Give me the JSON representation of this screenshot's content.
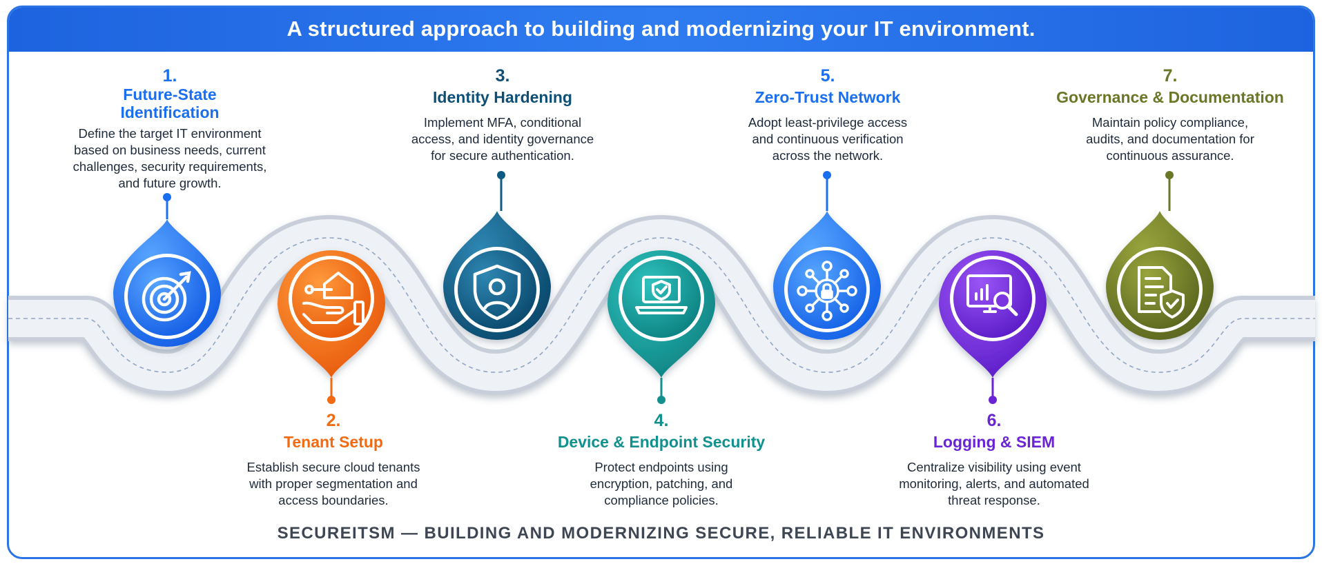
{
  "banner": {
    "title": "A structured approach to building and modernizing your IT environment."
  },
  "steps": [
    {
      "number": "1.",
      "title_line1": "Future-State",
      "title_line2": "Identification",
      "desc1": "Define the target IT environment",
      "desc2": "based on business needs, current",
      "desc3": "challenges, security requirements,",
      "desc4": "and future growth.",
      "color": "#1a6ff0",
      "icon": "target-icon"
    },
    {
      "number": "2.",
      "title_line1": "Tenant Setup",
      "desc1": "Establish secure cloud tenants",
      "desc2": "with proper segmentation and",
      "desc3": "access boundaries.",
      "color": "#f26a12",
      "icon": "cloud-tenant-hand-icon"
    },
    {
      "number": "3.",
      "title_line1": "Identity Hardening",
      "desc1": "Implement MFA, conditional",
      "desc2": "access, and identity governance",
      "desc3": "for secure authentication.",
      "color": "#0e5a82",
      "icon": "shield-user-icon"
    },
    {
      "number": "4.",
      "title_line1": "Device & Endpoint Security",
      "desc1": "Protect endpoints using",
      "desc2": "encryption, patching, and",
      "desc3": "compliance policies.",
      "color": "#12908e",
      "icon": "laptop-shield-icon"
    },
    {
      "number": "5.",
      "title_line1": "Zero-Trust Network",
      "desc1": "Adopt least-privilege access",
      "desc2": "and continuous verification",
      "desc3": "across the network.",
      "color": "#1a6ff0",
      "icon": "network-lock-icon"
    },
    {
      "number": "6.",
      "title_line1": "Logging & SIEM",
      "desc1": "Centralize visibility using event",
      "desc2": "monitoring, alerts, and automated",
      "desc3": "threat response.",
      "color": "#6a24d6",
      "icon": "monitor-search-icon"
    },
    {
      "number": "7.",
      "title_line1": "Governance & Documentation",
      "desc1": "Maintain policy compliance,",
      "desc2": "audits, and documentation for",
      "desc3": "continuous assurance.",
      "color": "#6b7626",
      "icon": "document-shield-icon"
    }
  ],
  "footer": {
    "text": "SECUREITSM — BUILDING AND MODERNIZING SECURE, RELIABLE IT ENVIRONMENTS"
  }
}
